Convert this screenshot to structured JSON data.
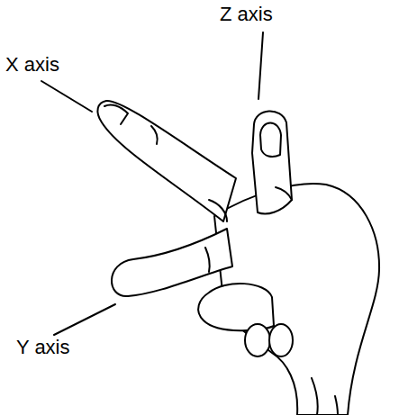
{
  "diagram": {
    "labels": [
      "Z axis",
      "X axis",
      "Y axis"
    ]
  }
}
